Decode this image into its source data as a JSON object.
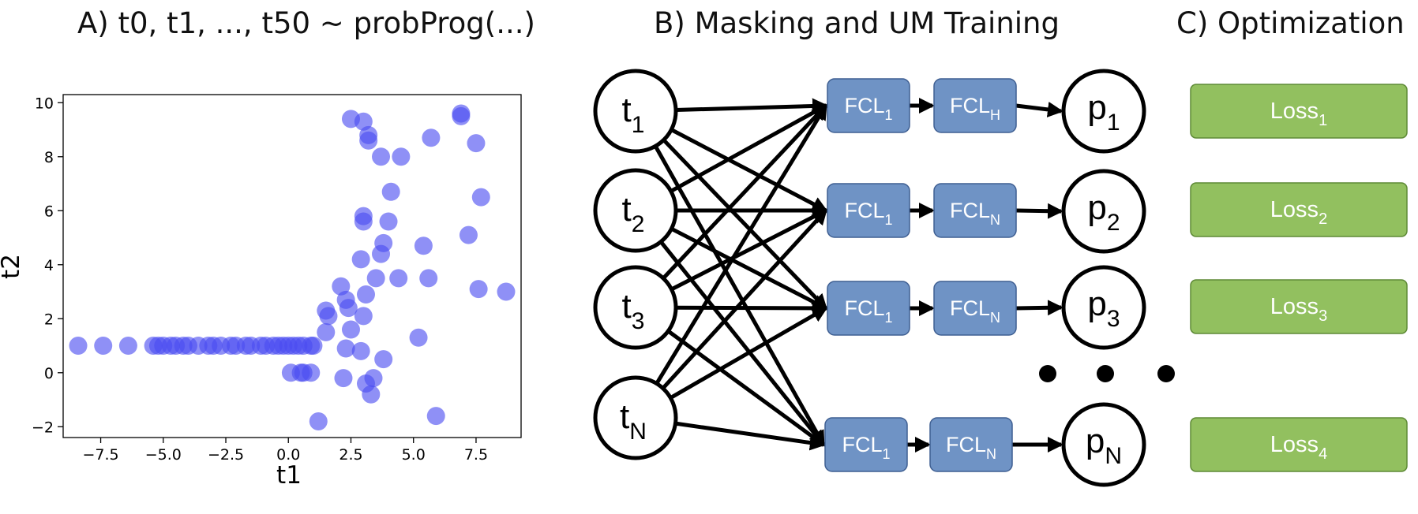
{
  "titles": {
    "a": "A) t0, t1, ..., t50 ~ probProg(...)",
    "b": "B) Masking and UM Training",
    "c": "C) Optimization"
  },
  "colors": {
    "point": "#4b4cf0",
    "block": "#6f93c5",
    "block_border": "#3f5f92",
    "loss": "#92c05f",
    "loss_border": "#5e8a36"
  },
  "chart_data": {
    "type": "scatter",
    "xlabel": "t1",
    "ylabel": "t2",
    "xlim": [
      -9,
      9.3
    ],
    "ylim": [
      -2.4,
      10.3
    ],
    "xticks": [
      -7.5,
      -5.0,
      -2.5,
      0.0,
      2.5,
      5.0,
      7.5
    ],
    "xtick_labels": [
      "−7.5",
      "−5.0",
      "−2.5",
      "0.0",
      "2.5",
      "5.0",
      "7.5"
    ],
    "yticks": [
      -2,
      0,
      2,
      4,
      6,
      8,
      10
    ],
    "ytick_labels": [
      "−2",
      "0",
      "2",
      "4",
      "6",
      "8",
      "10"
    ],
    "grid": false,
    "points": [
      [
        -8.4,
        1
      ],
      [
        -7.4,
        1
      ],
      [
        -6.4,
        1
      ],
      [
        -5.4,
        1
      ],
      [
        -5.2,
        1
      ],
      [
        -5.0,
        1
      ],
      [
        -4.7,
        1
      ],
      [
        -4.5,
        1
      ],
      [
        -4.2,
        1
      ],
      [
        -4.0,
        1
      ],
      [
        -3.6,
        1
      ],
      [
        -3.2,
        1
      ],
      [
        -3.0,
        1
      ],
      [
        -2.7,
        1
      ],
      [
        -2.3,
        1
      ],
      [
        -2.1,
        1
      ],
      [
        -1.7,
        1
      ],
      [
        -1.5,
        1
      ],
      [
        -1.1,
        1
      ],
      [
        -0.9,
        1
      ],
      [
        -0.6,
        1
      ],
      [
        -0.4,
        1
      ],
      [
        -0.2,
        1
      ],
      [
        0.0,
        1
      ],
      [
        0.2,
        1
      ],
      [
        0.4,
        1
      ],
      [
        0.6,
        1
      ],
      [
        0.9,
        1
      ],
      [
        1.0,
        1
      ],
      [
        0.1,
        0.0
      ],
      [
        0.5,
        0.0
      ],
      [
        0.6,
        0.0
      ],
      [
        0.9,
        0.0
      ],
      [
        1.2,
        -1.8
      ],
      [
        1.5,
        1.5
      ],
      [
        1.5,
        2.3
      ],
      [
        1.6,
        2.1
      ],
      [
        2.1,
        3.2
      ],
      [
        2.2,
        -0.2
      ],
      [
        2.3,
        0.9
      ],
      [
        2.3,
        2.7
      ],
      [
        2.4,
        2.4
      ],
      [
        2.5,
        9.4
      ],
      [
        2.5,
        1.6
      ],
      [
        2.9,
        4.2
      ],
      [
        2.9,
        0.8
      ],
      [
        3.0,
        9.3
      ],
      [
        3.0,
        5.8
      ],
      [
        3.0,
        5.6
      ],
      [
        3.0,
        2.1
      ],
      [
        3.1,
        2.9
      ],
      [
        3.1,
        -0.4
      ],
      [
        3.2,
        8.8
      ],
      [
        3.2,
        8.6
      ],
      [
        3.3,
        -0.8
      ],
      [
        3.4,
        -0.2
      ],
      [
        3.5,
        3.5
      ],
      [
        3.7,
        8.0
      ],
      [
        3.7,
        4.4
      ],
      [
        3.8,
        4.8
      ],
      [
        3.8,
        0.5
      ],
      [
        4.0,
        5.6
      ],
      [
        4.1,
        6.7
      ],
      [
        4.4,
        3.5
      ],
      [
        4.5,
        8.0
      ],
      [
        5.2,
        1.3
      ],
      [
        5.4,
        4.7
      ],
      [
        5.6,
        3.5
      ],
      [
        5.7,
        8.7
      ],
      [
        5.9,
        -1.6
      ],
      [
        6.9,
        9.6
      ],
      [
        6.9,
        9.5
      ],
      [
        7.2,
        5.1
      ],
      [
        7.5,
        8.5
      ],
      [
        7.6,
        3.1
      ],
      [
        7.7,
        6.5
      ],
      [
        8.7,
        3.0
      ]
    ]
  },
  "diagram": {
    "inputs": [
      {
        "base": "t",
        "sub": "1"
      },
      {
        "base": "t",
        "sub": "2"
      },
      {
        "base": "t",
        "sub": "3"
      },
      {
        "base": "t",
        "sub": "N"
      }
    ],
    "hidden1": [
      {
        "base": "FCL",
        "sub": "1"
      },
      {
        "base": "FCL",
        "sub": "1"
      },
      {
        "base": "FCL",
        "sub": "1"
      },
      {
        "base": "FCL",
        "sub": "1"
      }
    ],
    "hidden2": [
      {
        "base": "FCL",
        "sub": "H"
      },
      {
        "base": "FCL",
        "sub": "N"
      },
      {
        "base": "FCL",
        "sub": "N"
      },
      {
        "base": "FCL",
        "sub": "N"
      }
    ],
    "outputs": [
      {
        "base": "p",
        "sub": "1"
      },
      {
        "base": "p",
        "sub": "2"
      },
      {
        "base": "p",
        "sub": "3"
      },
      {
        "base": "p",
        "sub": "N"
      }
    ],
    "losses": [
      {
        "base": "Loss",
        "sub": "1"
      },
      {
        "base": "Loss",
        "sub": "2"
      },
      {
        "base": "Loss",
        "sub": "3"
      },
      {
        "base": "Loss",
        "sub": "4"
      }
    ],
    "ellipsis_dots": 3
  }
}
